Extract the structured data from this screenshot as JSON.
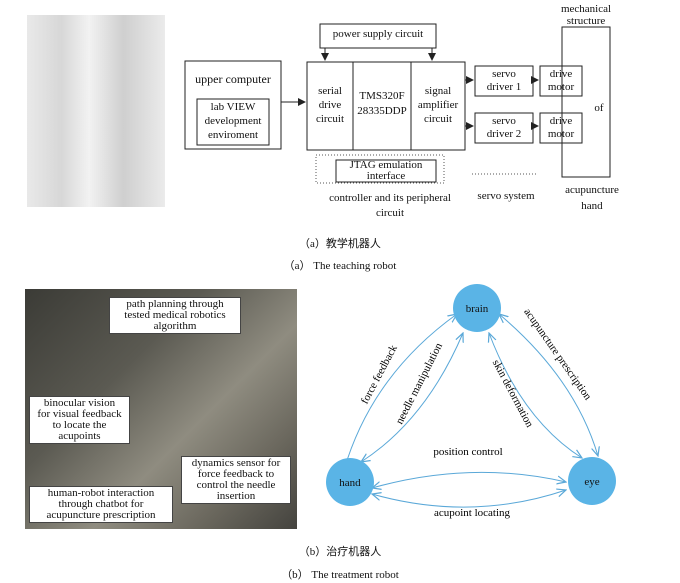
{
  "teaching": {
    "upper_computer": "upper computer",
    "labview": "lab VIEW\ndevelopment\nenviroment",
    "power_supply": "power supply circuit",
    "serial_drive": "serial\ndrive\ncircuit",
    "dsp": "TMS320F\n28335DDP",
    "signal_amp": "signal\namplifier\ncircuit",
    "jtag": "JTAG emulation\ninterface",
    "controller_label": "controller and its peripheral\ncircuit",
    "servo_driver_1": "servo\ndriver 1",
    "servo_driver_2": "servo\ndriver 2",
    "servo_system": "servo system",
    "drive_motor_1": "drive\nmotor",
    "drive_motor_2": "drive\nmotor",
    "mechanical": "mechanical\nstructure",
    "of": "of",
    "acupuncture_hand": "acupuncture\nhand",
    "caption_cn": "（a）教学机器人",
    "caption_en": "（a） The teaching robot"
  },
  "treatment": {
    "path_planning": "path planning through\ntested medical robotics\nalgorithm",
    "binocular": "binocular vision\nfor visual feedback\nto locate the\nacupoints",
    "dynamics": "dynamics sensor for\nforce feedback to\ncontrol the needle\ninsertion",
    "hri": "human-robot interaction\nthrough chatbot for\nacupuncture prescription",
    "brain": "brain",
    "hand": "hand",
    "eye": "eye",
    "force_feedback": "force feedback",
    "needle_manipulation": "needle manipulation",
    "skin_deformation": "skin deformation",
    "acupuncture_prescription": "acupuncture prescription",
    "position_control": "position control",
    "acupoint_locating": "acupoint locating",
    "caption_cn": "（b）治疗机器人",
    "caption_en": "（b） The treatment robot"
  },
  "colors": {
    "node": "#5ab4e6",
    "edge": "#5aa8d8",
    "line": "#222222"
  }
}
